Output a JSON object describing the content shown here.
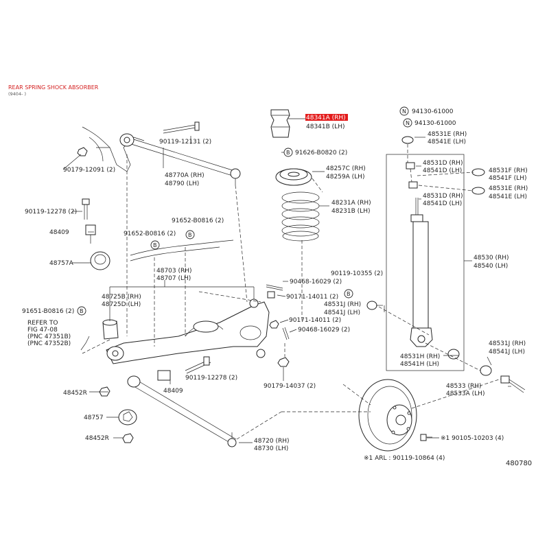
{
  "header": {
    "title": "REAR SPRING SHOCK ABSORBER",
    "subtitle": "(9404- )"
  },
  "highlight_color": "#e31b1b",
  "footer": {
    "diagram_number": "480780",
    "note": "※1 ARL : 90119-10864 (4)"
  },
  "callouts": {
    "n": "N",
    "b": "B"
  },
  "labels": {
    "p48341": [
      "48341A (RH)",
      "48341B (LH)"
    ],
    "p94130a": [
      "94130-61000"
    ],
    "p94130b": [
      "94130-61000"
    ],
    "p48531e_top": [
      "48531E (RH)",
      "48541E (LH)"
    ],
    "p90119_12131": [
      "90119-12131 (2)"
    ],
    "p90179_12091": [
      "90179-12091 (2)"
    ],
    "p48770": [
      "48770A (RH)",
      "48790   (LH)"
    ],
    "p91626": [
      "91626-B0820 (2)"
    ],
    "p48257": [
      "48257C (RH)",
      "48259A (LH)"
    ],
    "p48531d_a": [
      "48531D (RH)",
      "48541D (LH)"
    ],
    "p48531f": [
      "48531F (RH)",
      "48541F (LH)"
    ],
    "p48531e_mid": [
      "48531E (RH)",
      "48541E (LH)"
    ],
    "p48531d_b": [
      "48531D (RH)",
      "48541D (LH)"
    ],
    "p90119_12278a": [
      "90119-12278 (2)"
    ],
    "p48231": [
      "48231A (RH)",
      "48231B (LH)"
    ],
    "p91652a": [
      "91652-B0816 (2)"
    ],
    "p91652b": [
      "91652-B0816 (2)"
    ],
    "p48409a": [
      "48409"
    ],
    "p48757a": [
      "48757A"
    ],
    "p48530": [
      "48530  (RH)",
      "48540  (LH)"
    ],
    "p48703": [
      "48703 (RH)",
      "48707 (LH)"
    ],
    "p90119_10355": [
      "90119-10355 (2)"
    ],
    "p90468a": [
      "90468-16029 (2)"
    ],
    "p90171a": [
      "90171-14011 (2)"
    ],
    "p48725": [
      "48725B (RH)",
      "48725D (LH)"
    ],
    "p91651": [
      "91651-B0816 (2)"
    ],
    "p48531j_a": [
      "48531J (RH)",
      "48541J (LH)"
    ],
    "p90171b": [
      "90171-14011 (2)"
    ],
    "p90468b": [
      "90468-16029 (2)"
    ],
    "refer": [
      "REFER  TO",
      "FIG  47-08",
      "(PNC  47351B)",
      "(PNC  47352B)"
    ],
    "p48531j_b": [
      "48531J (RH)",
      "48541J (LH)"
    ],
    "p48531h": [
      "48531H (RH)",
      "48541H (LH)"
    ],
    "p90119_12278b": [
      "90119-12278 (2)"
    ],
    "p48409b": [
      "48409"
    ],
    "p90179_14037": [
      "90179-14037 (2)"
    ],
    "p48533": [
      "48533   (RH)",
      "48533A (LH)"
    ],
    "p48452a": [
      "48452R"
    ],
    "p48757b": [
      "48757"
    ],
    "p48452b": [
      "48452R"
    ],
    "p48720": [
      "48720 (RH)",
      "48730 (LH)"
    ],
    "p190105": [
      "※1 90105-10203 (4)"
    ]
  }
}
